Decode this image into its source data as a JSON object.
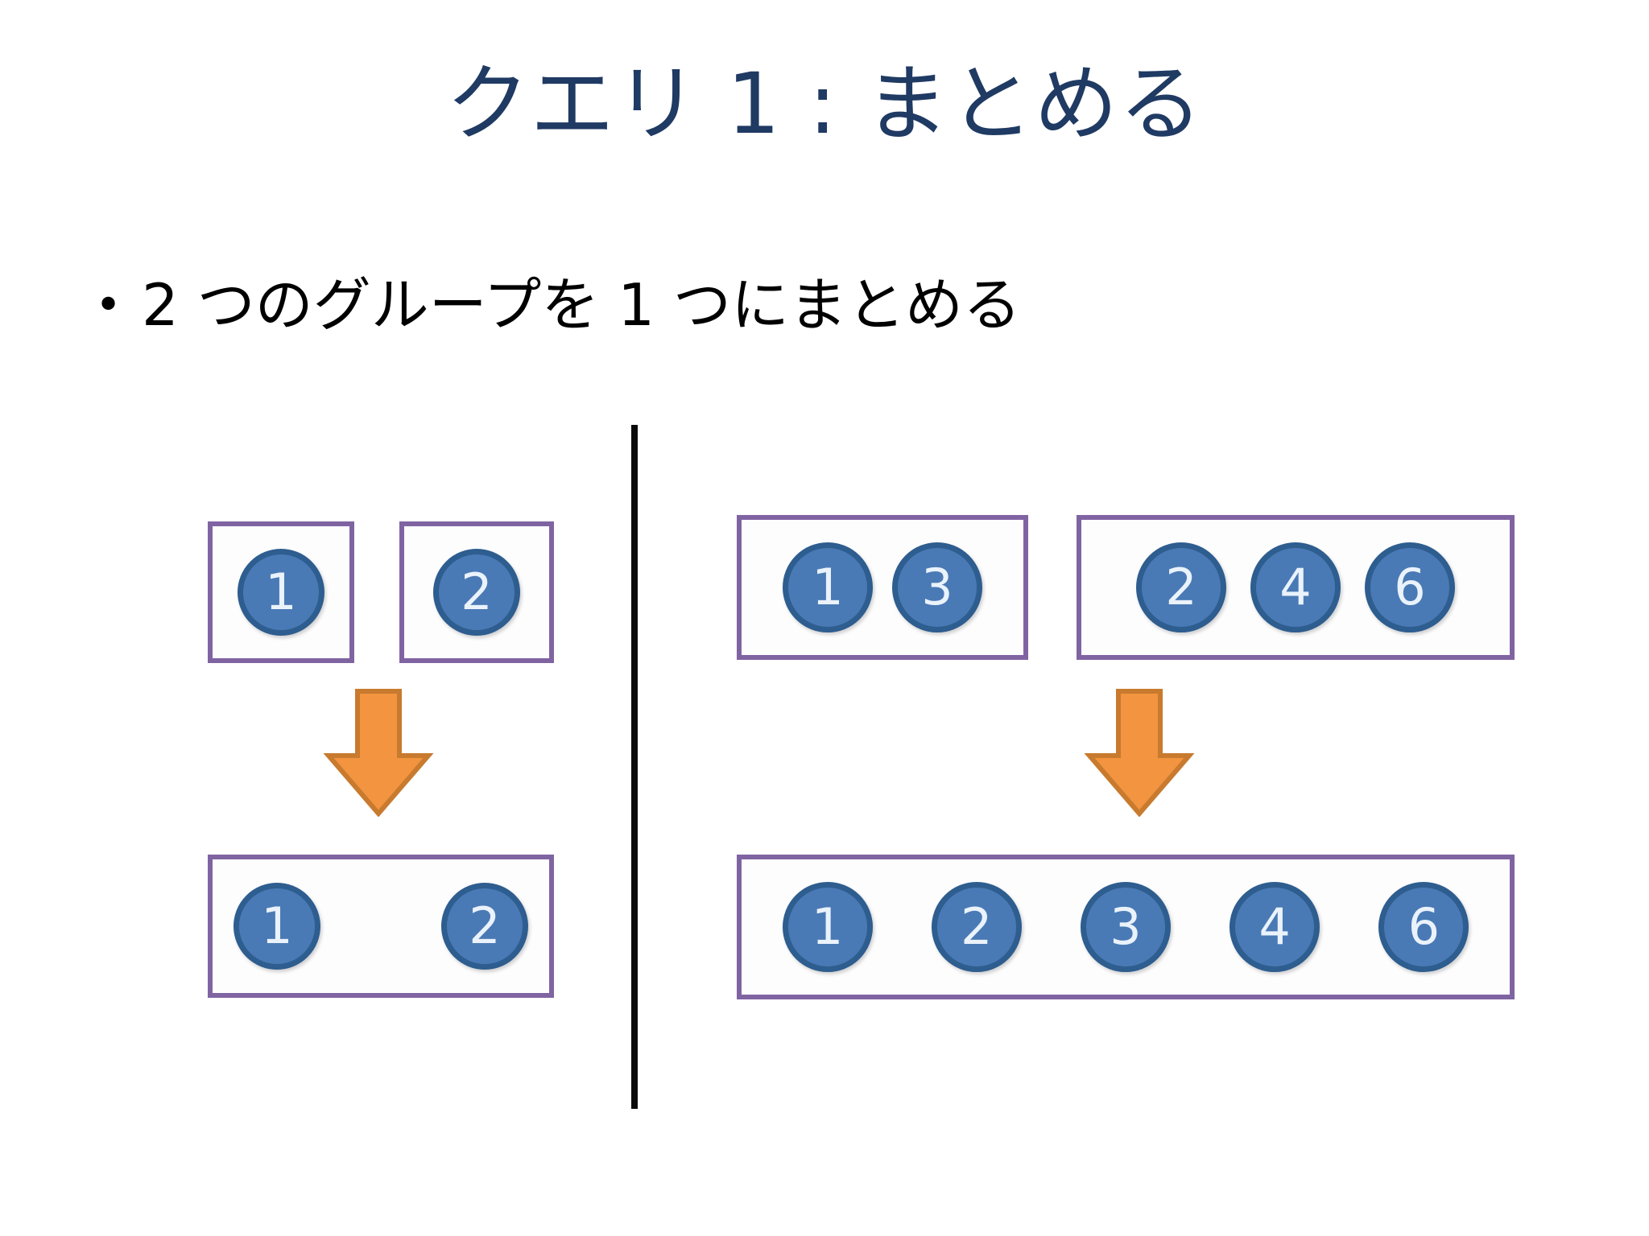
{
  "slide": {
    "title": "クエリ 1 : まとめる",
    "bullet_marker": "•",
    "bullet_text": "2 つのグループを 1 つにまとめる"
  },
  "colors": {
    "title": "#1F3A63",
    "box_border": "#8064A2",
    "circle_fill": "#4A7AB5",
    "circle_border": "#2E5D8F",
    "circle_text": "#EAF2FB",
    "arrow_fill": "#F29440",
    "arrow_border": "#C87A2E",
    "divider": "#0A0A0A",
    "background": "#FFFFFF"
  },
  "diagram_left": {
    "name": "simple-merge-example",
    "input_groups": [
      {
        "id": "left-group-a",
        "tokens": [
          "1"
        ]
      },
      {
        "id": "left-group-b",
        "tokens": [
          "2"
        ]
      }
    ],
    "arrow": {
      "direction": "down",
      "icon": "down-arrow-icon"
    },
    "output_group": {
      "id": "left-result",
      "tokens": [
        "1",
        "2"
      ]
    }
  },
  "diagram_right": {
    "name": "multi-merge-example",
    "input_groups": [
      {
        "id": "right-group-a",
        "tokens": [
          "1",
          "3"
        ]
      },
      {
        "id": "right-group-b",
        "tokens": [
          "2",
          "4",
          "6"
        ]
      }
    ],
    "arrow": {
      "direction": "down",
      "icon": "down-arrow-icon"
    },
    "output_group": {
      "id": "right-result",
      "tokens": [
        "1",
        "2",
        "3",
        "4",
        "6"
      ]
    }
  }
}
